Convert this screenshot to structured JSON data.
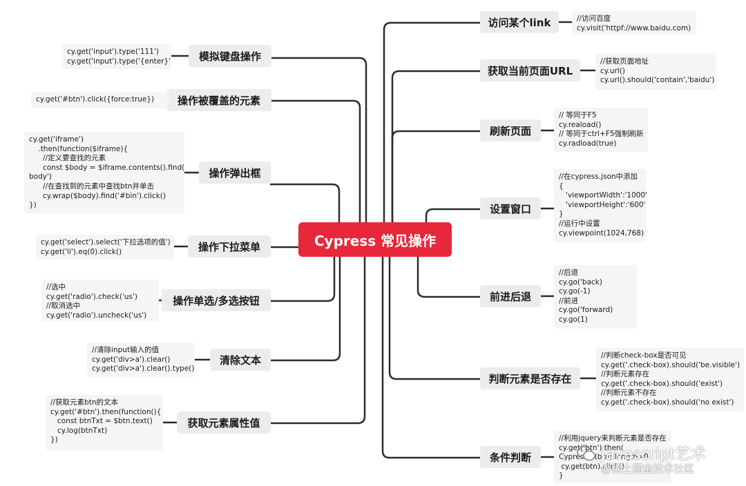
{
  "central": "Cypress 常见操作",
  "left_branches": [
    {
      "label": "模拟键盘操作",
      "note": [
        "cy.get('input').type('111')",
        "cy.get('input').type('{enter}')"
      ]
    },
    {
      "label": "操作被覆盖的元素",
      "note": [
        "cy.get('#btn').click({force:true})"
      ]
    },
    {
      "label": "操作弹出框",
      "note": [
        "cy.get('iframe')",
        "    .then(function($iframe){",
        "      //定义要查找的元素",
        "      const $body = $iframe.contents().find('",
        "body')",
        "      //在查找到的元素中查找btn并单击",
        "      cy.wrap($body).find('#bin').click()",
        "})"
      ]
    },
    {
      "label": "操作下拉菜单",
      "note": [
        "cy.get('select').select('下拉选项的值')",
        "cy.get('li').eq(0).click()"
      ]
    },
    {
      "label": "操作单选/多选按钮",
      "note": [
        "//选中",
        "cy.get('radio').check('us')",
        "//取消选中",
        "cy.get('radio').uncheck('us')"
      ]
    },
    {
      "label": "清除文本",
      "note": [
        "//清除input输入的值",
        "cy.get('div>a').clear()",
        "cy.get('div>a').clear().type()"
      ]
    },
    {
      "label": "获取元素属性值",
      "note": [
        "//获取元素btn的文本",
        "cy.get('#btn').then(function(){",
        "   const btnTxt = $btn.text()",
        "   cy.log(btnTxt)",
        "})"
      ]
    }
  ],
  "right_branches": [
    {
      "label": "访问某个link",
      "note": [
        "//访问百度",
        "cy.visit('httpf://www.baidu.com)"
      ]
    },
    {
      "label": "获取当前页面URL",
      "note": [
        "//获取页面地址",
        "cy.url()",
        "cy.url().should('contain','baidu')"
      ]
    },
    {
      "label": "刷新页面",
      "note": [
        "// 等同于F5",
        "cy.reaload()",
        "// 等同于ctrl+F5强制刷新",
        "cy.radload(true)"
      ]
    },
    {
      "label": "设置窗口",
      "note": [
        "//在cypress.json中添加",
        "{",
        "   'viewportWidth':'1000',",
        "   'viewportHeight':'600'",
        "}",
        "//运行中设置",
        "cy.viewpoint(1024,768)"
      ]
    },
    {
      "label": "前进后退",
      "note": [
        "//后退",
        "cy.go('back)",
        "cy.go(-1)",
        "//前进",
        "cy.go('forward)",
        "cy.go(1)"
      ]
    },
    {
      "label": "判断元素是否存在",
      "note": [
        "//判断check-box是否可见",
        "cy.get('.check-box).should('be.visible')",
        "//判断元素存在",
        "cy.get('.check-box).should('exist')",
        "//判断元素不存在",
        "cy.get('.check-box).should('no exist')"
      ]
    },
    {
      "label": "条件判断",
      "note": [
        "//利用jquery来判断元素是否存在",
        "cy.get('btn').then(",
        "Cypress.$(btn).length>0",
        " cy.get(btn).click()",
        "}"
      ]
    }
  ],
  "watermark": {
    "main": "Javascript艺术",
    "sub": "@稀土掘金技术社区",
    "icon": "wechat-icon"
  },
  "colors": {
    "central": "#e6283a",
    "branch_bg": "#ececec",
    "note_bg": "#f5f5f5",
    "line": "#2b2b2b"
  }
}
